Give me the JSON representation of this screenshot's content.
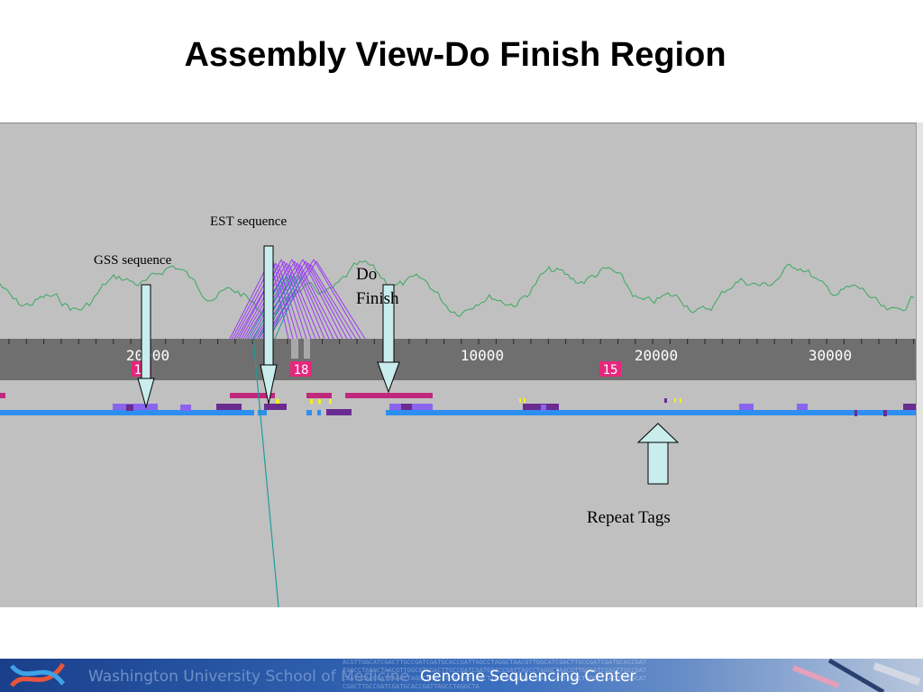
{
  "slide": {
    "title": "Assembly View-Do Finish Region"
  },
  "viewer": {
    "ruler_ticks": [
      "20000",
      "10000",
      "20000",
      "30000"
    ],
    "contig_labels": [
      "11",
      "18",
      "15"
    ],
    "colors": {
      "panel": "#c0c0c0",
      "ruler": "#6f6f6f",
      "gc_line": "#3aa860",
      "est_lines": "#9a3cf0",
      "read_line": "#1f9c9c",
      "track_blue": "#2e8ef0",
      "track_magenta": "#c0287c",
      "track_purple": "#6a2c90",
      "track_violet": "#8a64ee",
      "tag_yellow": "#f5ee1c",
      "contig_label_bg": "#e6277e",
      "arrow_fill": "#c9ecec"
    }
  },
  "annotations": {
    "est": "EST sequence",
    "gss": "GSS sequence",
    "do_finish_line1": "Do",
    "do_finish_line2": "Finish",
    "repeat_tags": "Repeat Tags"
  },
  "footer": {
    "left_text": "Washington University School of Medicine",
    "right_text": "Genome Sequencing Center"
  }
}
